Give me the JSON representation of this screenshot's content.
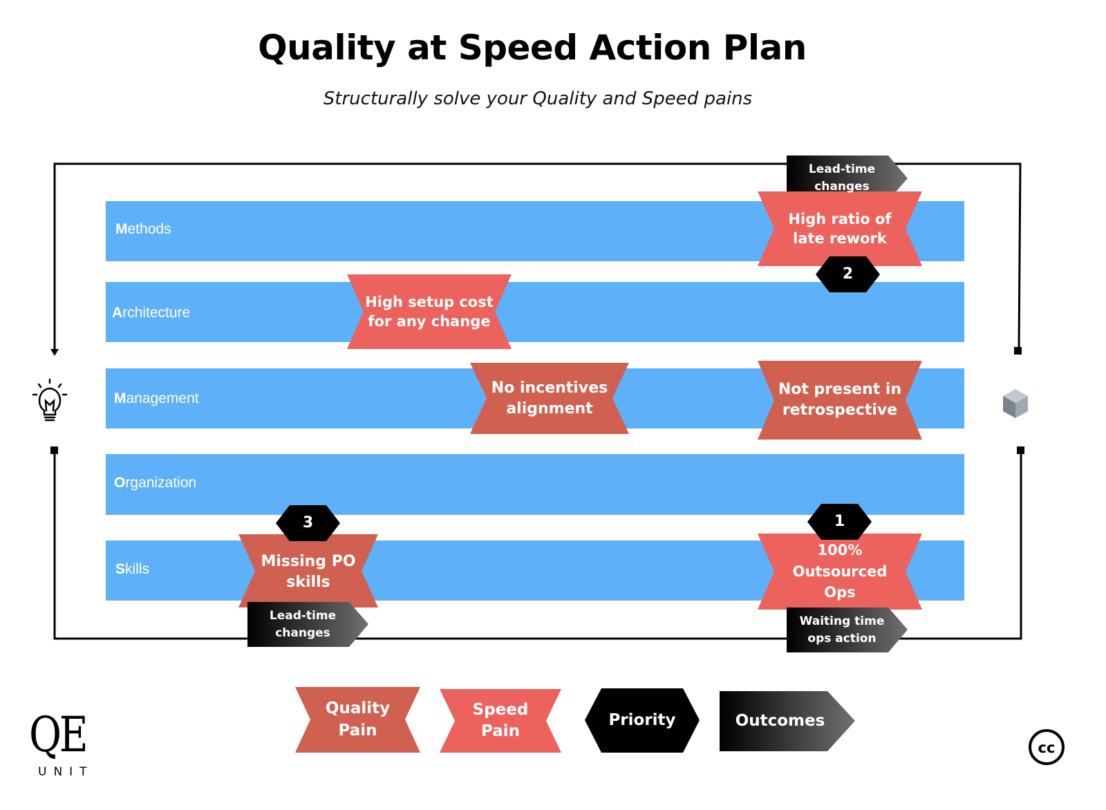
{
  "header": {
    "title": "Quality at Speed Action Plan",
    "subtitle": "Structurally solve your Quality and Speed pains"
  },
  "lanes": [
    {
      "label": "Methods"
    },
    {
      "label": "Architecture"
    },
    {
      "label": "Management"
    },
    {
      "label": "Organization"
    },
    {
      "label": "Skills"
    }
  ],
  "pains": {
    "high_ratio_rework": {
      "type": "speed",
      "text": "High ratio of late rework"
    },
    "high_setup_cost": {
      "type": "speed",
      "text": "High setup cost for any change"
    },
    "no_incentives": {
      "type": "quality",
      "text": "No incentives alignment"
    },
    "not_present_retro": {
      "type": "quality",
      "text": "Not present in retrospective"
    },
    "missing_po_skills": {
      "type": "quality",
      "text": "Missing PO skills"
    },
    "outsourced_ops": {
      "type": "speed",
      "text": "100% Outsourced Ops"
    }
  },
  "priorities": {
    "p1": "1",
    "p2": "2",
    "p3": "3"
  },
  "outcomes": {
    "top": "Lead-time changes",
    "bottom_left": "Lead-time changes",
    "bottom_right": "Waiting time ops action"
  },
  "legend": {
    "quality_pain": "Quality Pain",
    "speed_pain": "Speed Pain",
    "priority": "Priority",
    "outcomes": "Outcomes"
  },
  "icons": {
    "left": "lightbulb-icon",
    "right": "cube-icon",
    "license": "creative-commons-icon"
  },
  "logo": {
    "mark": "QE",
    "sub": "UNIT"
  },
  "colors": {
    "lane": "#5EB1F8",
    "quality_pain": "#D0604F",
    "speed_pain": "#EC625C",
    "priority": "#000000",
    "outcome_start": "#000000",
    "outcome_end": "#6E6E6E"
  }
}
